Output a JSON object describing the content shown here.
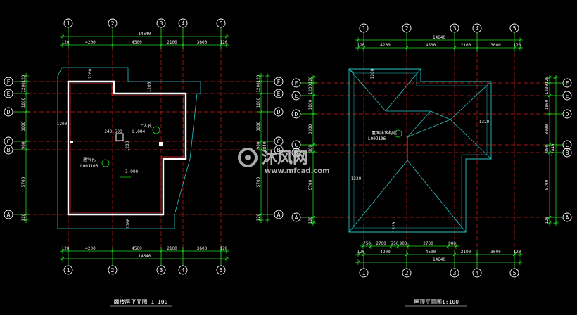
{
  "colors": {
    "background": "#000000",
    "grid_red": "#d21c1c",
    "dim_green": "#1fd81f",
    "roof_cyan": "#2bc4c4",
    "wall_white": "#ffffff",
    "wall_red": "#ff2a2a",
    "text_white": "#ffffff"
  },
  "watermark": {
    "brand": "沐风网",
    "url": "www.mfcad.com"
  },
  "left_plan": {
    "title": "阁楼层平面图 1:100",
    "grid_labels_top": [
      "1",
      "2",
      "3",
      "4",
      "5"
    ],
    "grid_labels_bottom": [
      "1",
      "2",
      "3",
      "4",
      "5"
    ],
    "grid_labels_side": [
      "F",
      "E",
      "D",
      "C",
      "B",
      "A"
    ],
    "top_segments": [
      "120",
      "4200",
      "4500",
      "2100",
      "3600",
      "120"
    ],
    "top_total": "14640",
    "bottom_segments": [
      "120",
      "4200",
      "4500",
      "2100",
      "3600",
      "120"
    ],
    "bottom_total": "14640",
    "side_segments": [
      "120",
      "1200",
      "1800",
      "3000",
      "900",
      "5700",
      "120"
    ],
    "side_total": "12840",
    "notes": {
      "n1200_top": "1200",
      "n1200_right": "1200",
      "n1200_left": "1200",
      "n1200_bottom": "1200",
      "n240": "240,600",
      "n1280": "1280",
      "hatch_label": "上人孔",
      "hatch_ref": "L.004",
      "vent_label": "通气孔",
      "vent_ref": "L00J106",
      "level": "3.900"
    }
  },
  "right_plan": {
    "title": "屋顶平面图1:100",
    "grid_labels_top": [
      "1",
      "2",
      "3",
      "4",
      "5"
    ],
    "grid_labels_bottom": [
      "1",
      "2",
      "3",
      "4",
      "5"
    ],
    "grid_labels_side": [
      "F",
      "E",
      "D",
      "C",
      "B",
      "A"
    ],
    "top_segments": [
      "120",
      "4200",
      "4500",
      "2100",
      "3600",
      "120"
    ],
    "top_total": "14640",
    "bottom_segments": [
      "120",
      "4200",
      "4500",
      "2100",
      "3600",
      "120"
    ],
    "bottom_total": "14640",
    "bottom_sub_segments": [
      "750",
      "2700",
      "750",
      "900",
      "2700",
      "900"
    ],
    "side_segments": [
      "120",
      "1200",
      "1800",
      "3000",
      "900",
      "5700",
      "120"
    ],
    "side_total": "12840",
    "notes": {
      "n1200_top": "1200",
      "n1320_right": "1320",
      "n1320_left": "1320",
      "n1320_bottom": "1320",
      "vent_label": "屋面排水构造",
      "vent_ref": "L00J106"
    }
  }
}
